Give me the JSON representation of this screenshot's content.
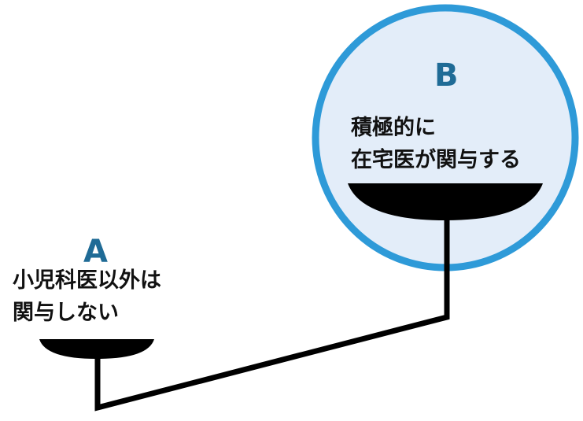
{
  "option_b": {
    "letter": "B",
    "line1": "積極的に",
    "line2": "在宅医が関与する",
    "circle_fill": "#e3edf9",
    "circle_stroke": "#2e9ad8"
  },
  "option_a": {
    "letter": "A",
    "line1": "小児科医以外は",
    "line2": "関与しない"
  },
  "colors": {
    "letter": "#1f6b96",
    "scale": "#000000",
    "text": "#111111"
  }
}
